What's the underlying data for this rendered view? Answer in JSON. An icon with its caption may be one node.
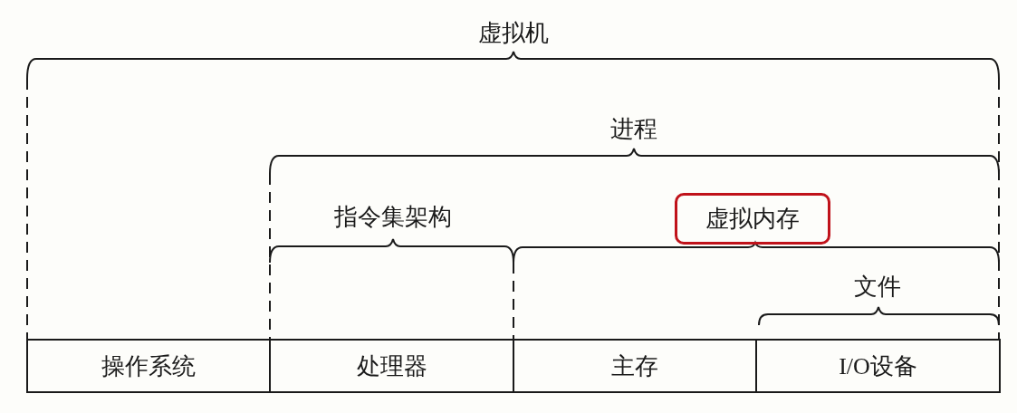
{
  "diagram": {
    "nodes": [
      {
        "text": [
          "操作系统"
        ]
      },
      {
        "text": [
          "处理器"
        ]
      },
      {
        "text": [
          "主存"
        ]
      },
      {
        "text": [
          "I/O设备"
        ]
      },
      {
        "text": [
          "虚拟内存"
        ]
      }
    ],
    "labels": [
      "虚拟机",
      "进程",
      "指令集架构",
      "文件"
    ]
  }
}
